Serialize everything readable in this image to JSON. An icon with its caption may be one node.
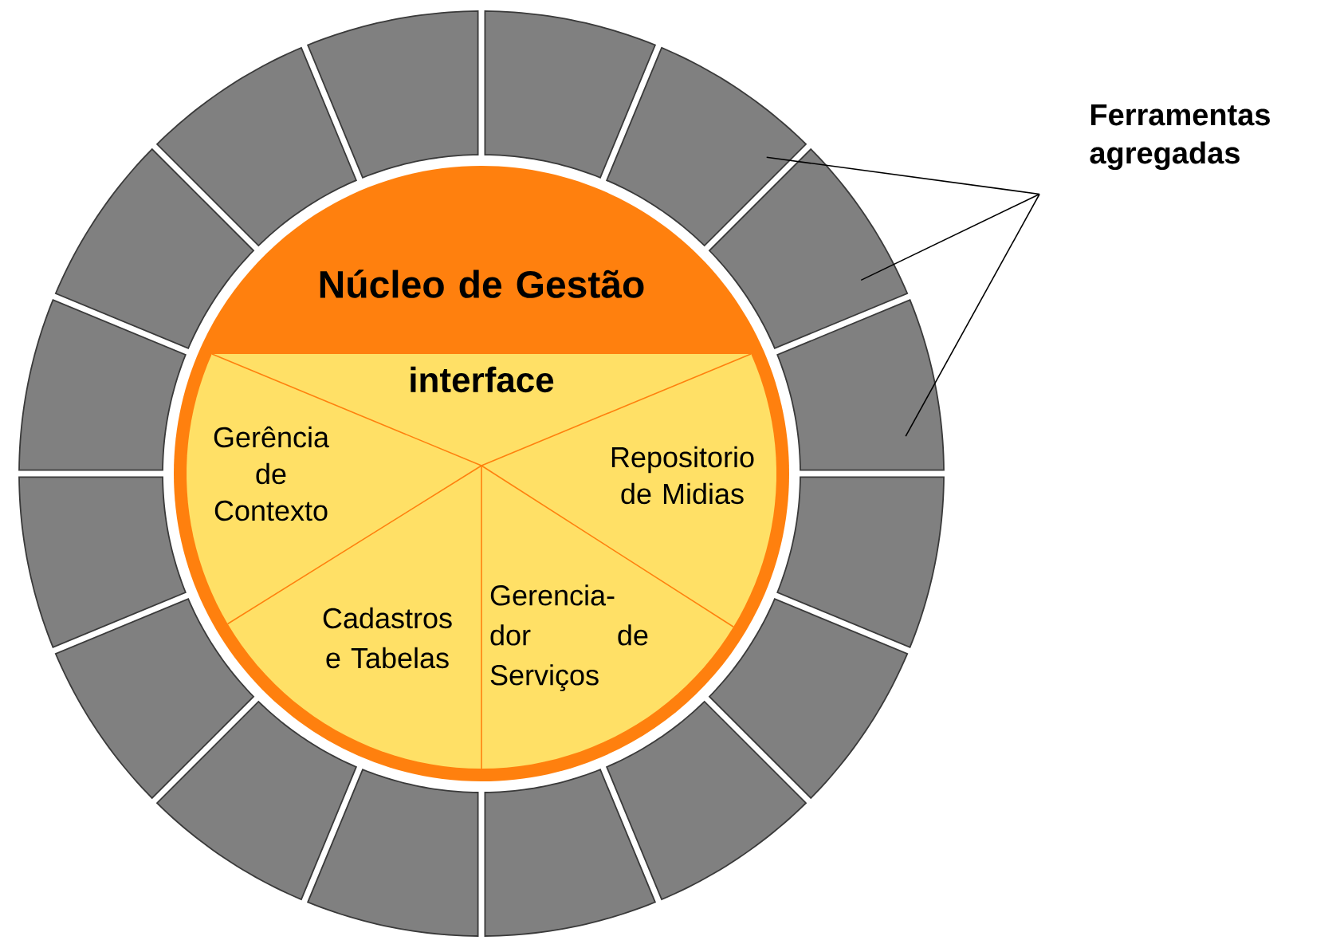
{
  "diagram": {
    "nodes": [
      {
        "text": [
          "Núcleo de Gestão"
        ]
      },
      {
        "text": [
          "interface"
        ],
        "in": 0
      },
      {
        "text": [
          "Gerência de Contexto"
        ],
        "in": 0
      },
      {
        "text": [
          "Repositorio de Midias"
        ],
        "in": 0
      },
      {
        "text": [
          "Cadastros e Tabelas"
        ],
        "in": 0
      },
      {
        "text": [
          "Gerencia- dor de Serviços"
        ],
        "in": 0
      },
      {
        "text": [
          "Ferramentas agregadas"
        ]
      },
      {
        "text": [],
        "shape": "box"
      },
      {
        "text": [],
        "shape": "box"
      },
      {
        "text": [],
        "shape": "box"
      },
      {
        "text": [],
        "shape": "box"
      },
      {
        "text": [],
        "shape": "box"
      },
      {
        "text": [],
        "shape": "box"
      },
      {
        "text": [],
        "shape": "box"
      },
      {
        "text": [],
        "shape": "box"
      },
      {
        "text": [],
        "shape": "box"
      },
      {
        "text": [],
        "shape": "box"
      },
      {
        "text": [],
        "shape": "box"
      },
      {
        "text": [],
        "shape": "box"
      },
      {
        "text": [],
        "shape": "box"
      },
      {
        "text": [],
        "shape": "box"
      },
      {
        "text": [],
        "shape": "box"
      },
      {
        "text": [],
        "shape": "box"
      }
    ],
    "edges": [
      {
        "from": 6,
        "to": 8,
        "arrow": "none"
      },
      {
        "from": 6,
        "to": 9,
        "arrow": "none"
      },
      {
        "from": 6,
        "to": 10,
        "arrow": "none"
      }
    ]
  }
}
